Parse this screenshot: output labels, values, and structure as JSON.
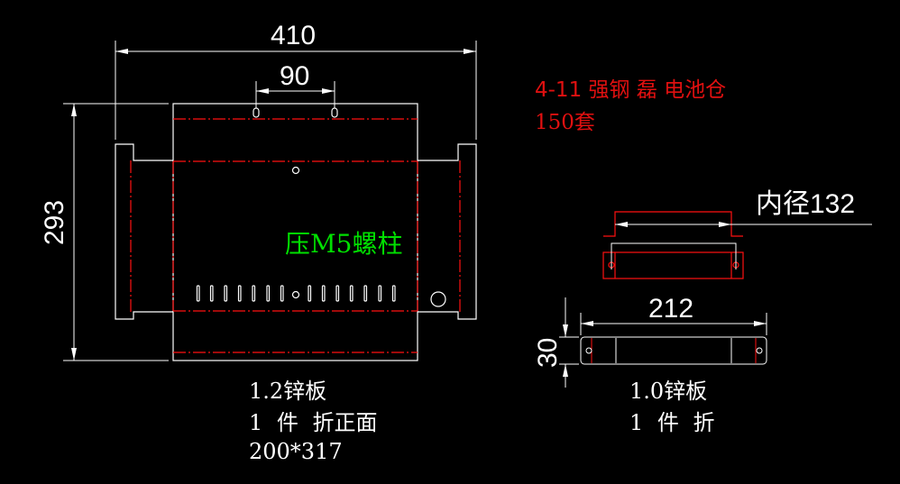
{
  "title_lines": [
    "4-11 强钢 磊 电池仓",
    "150套"
  ],
  "dimensions": {
    "width_main": "410",
    "hole_spacing": "90",
    "height_main": "293",
    "inner_diameter": "内径132",
    "width_small": "212",
    "height_small": "30"
  },
  "annotation_green": "压M5螺柱",
  "left_part": {
    "material": "1.2锌板",
    "qty": "1 件 折正面",
    "blank_size": "200*317"
  },
  "right_part": {
    "material": "1.0锌板",
    "qty": "1 件 折"
  },
  "colors": {
    "background": "#000000",
    "line": "#ffffff",
    "centerline": "#ff0000",
    "note": "#00e000"
  }
}
